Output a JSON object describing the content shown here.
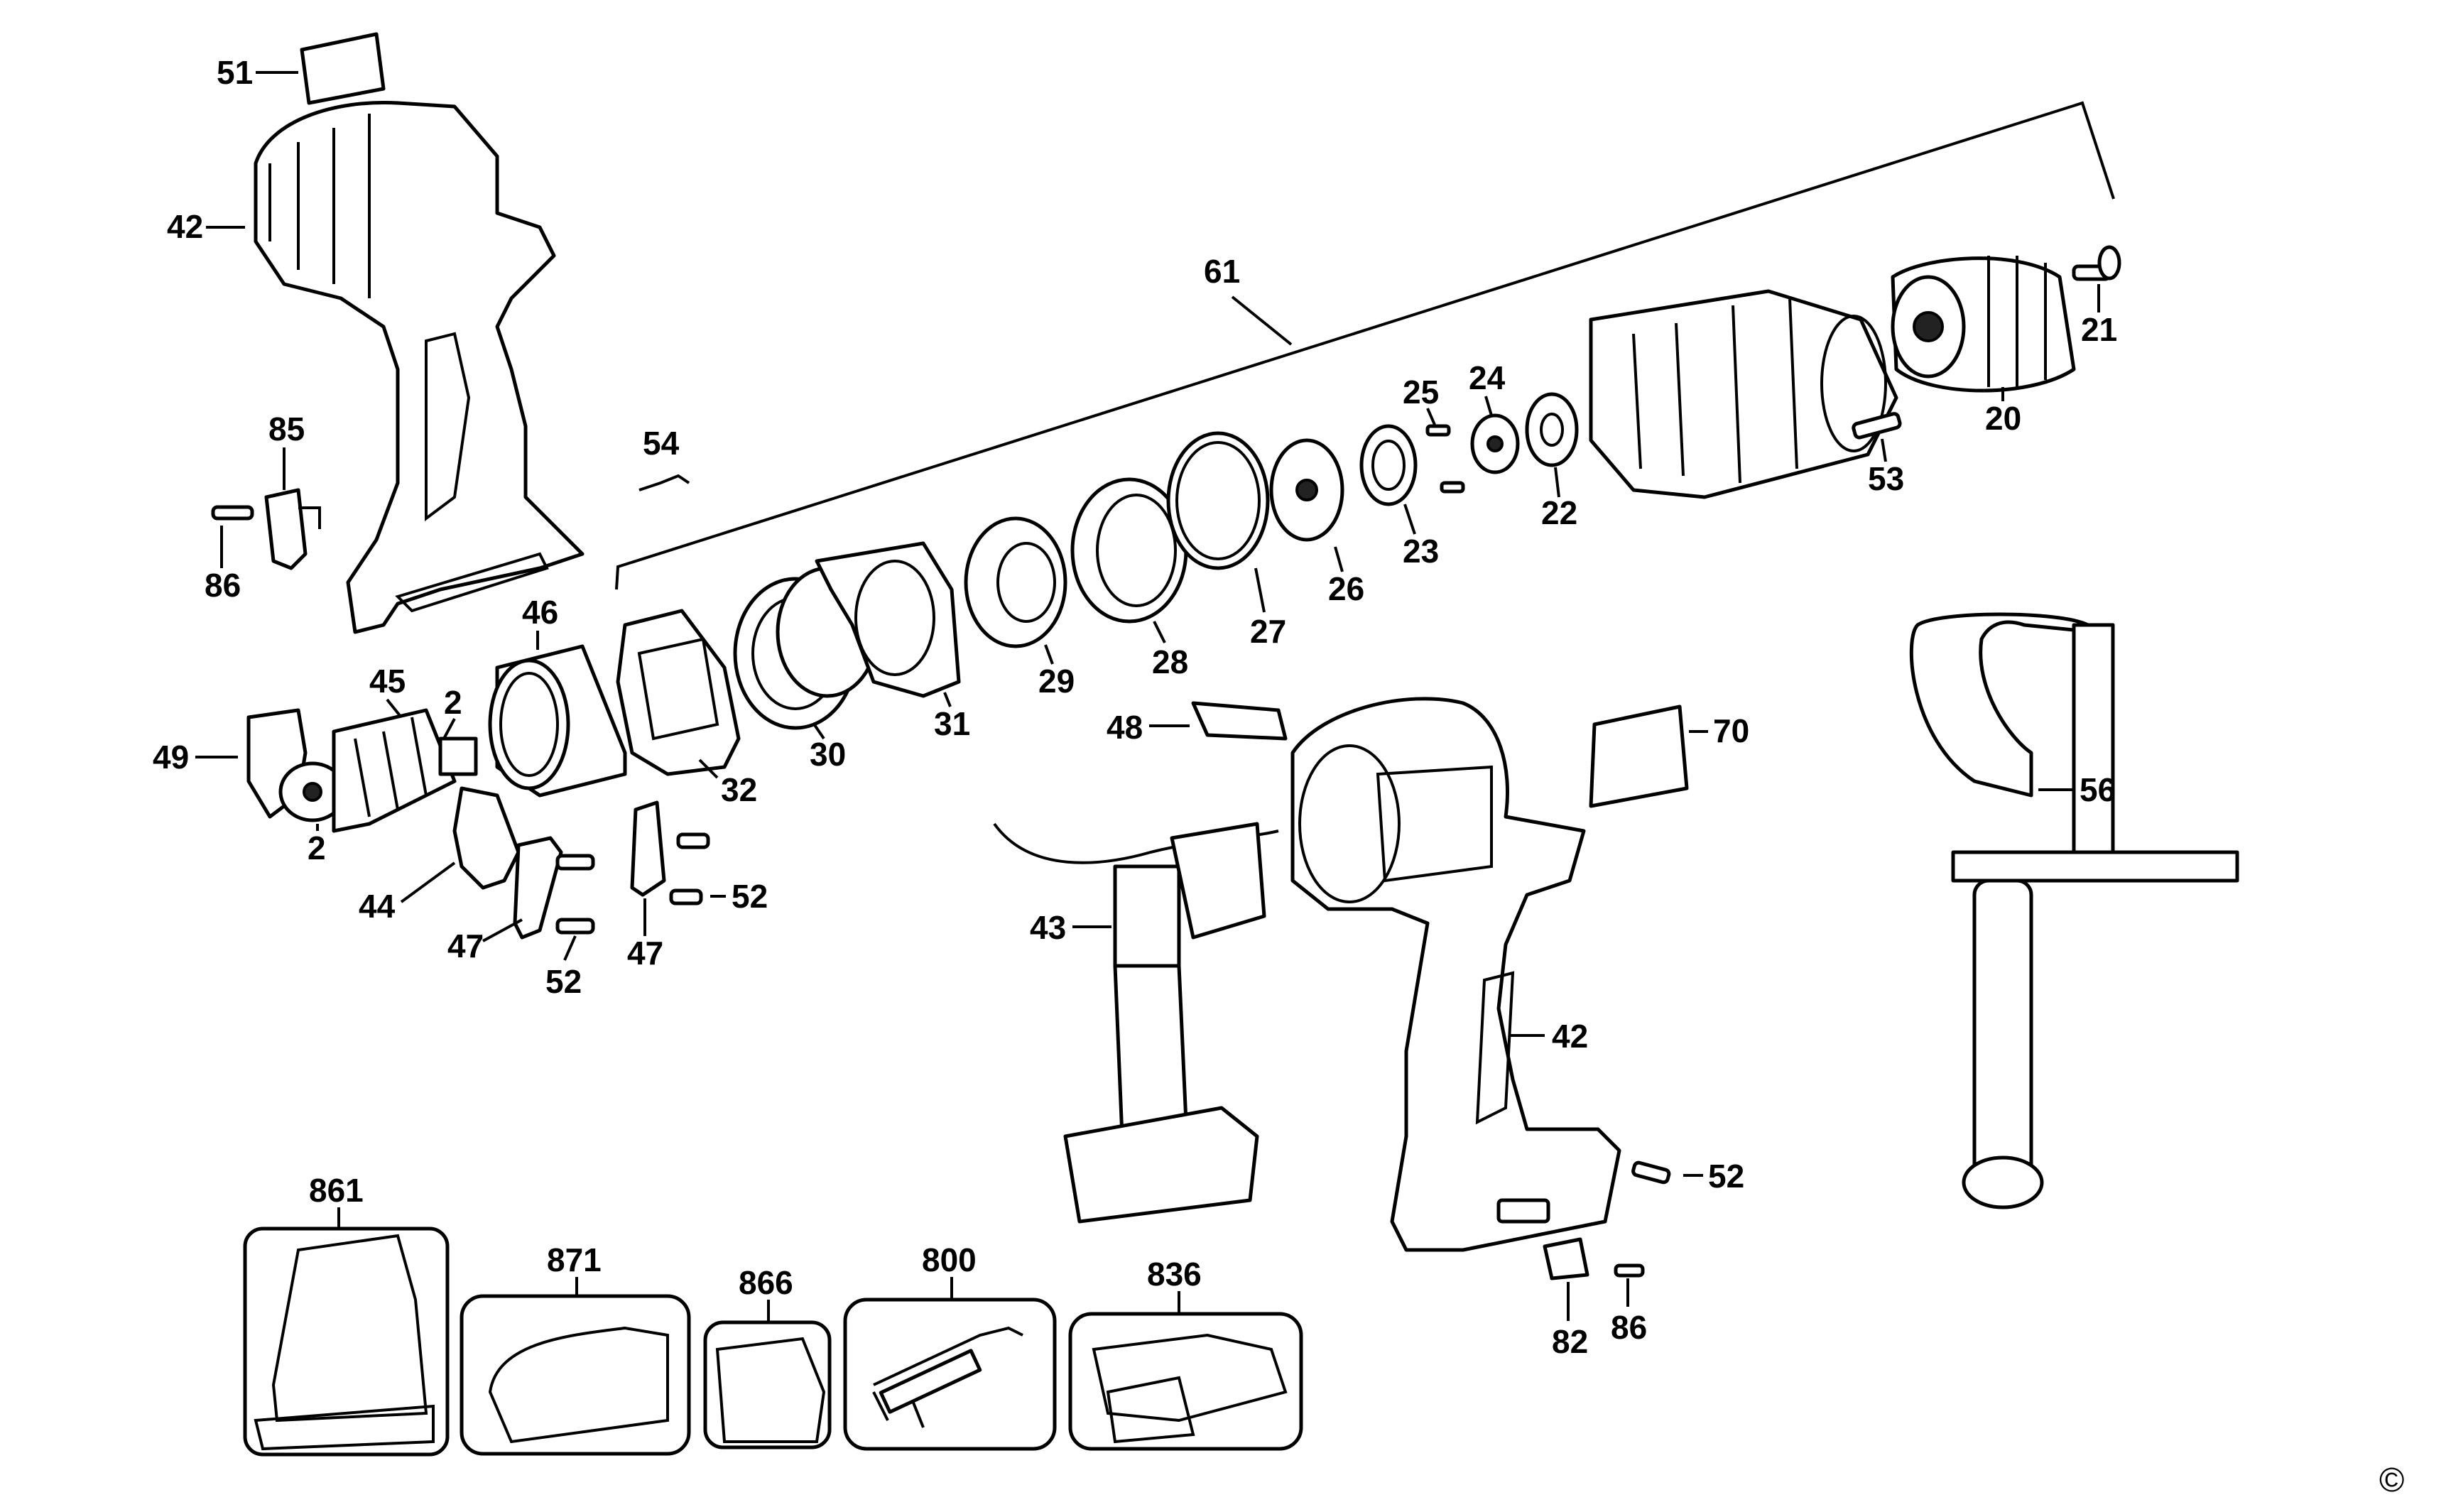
{
  "callouts": {
    "c20": "20",
    "c21": "21",
    "c22": "22",
    "c23": "23",
    "c24": "24",
    "c25": "25",
    "c26": "26",
    "c27": "27",
    "c28": "28",
    "c29": "29",
    "c30": "30",
    "c31": "31",
    "c32": "32",
    "c42a": "42",
    "c42b": "42",
    "c43": "43",
    "c44": "44",
    "c45": "45",
    "c46": "46",
    "c47a": "47",
    "c47b": "47",
    "c48": "48",
    "c49": "49",
    "c51": "51",
    "c52a": "52",
    "c52b": "52",
    "c52c": "52",
    "c53": "53",
    "c54": "54",
    "c56": "56",
    "c61": "61",
    "c70": "70",
    "c82": "82",
    "c85": "85",
    "c86a": "86",
    "c86b": "86",
    "c2a": "2",
    "c2b": "2",
    "c800": "800",
    "c836": "836",
    "c861": "861",
    "c866": "866",
    "c871": "871"
  },
  "copyright_symbol": "©"
}
